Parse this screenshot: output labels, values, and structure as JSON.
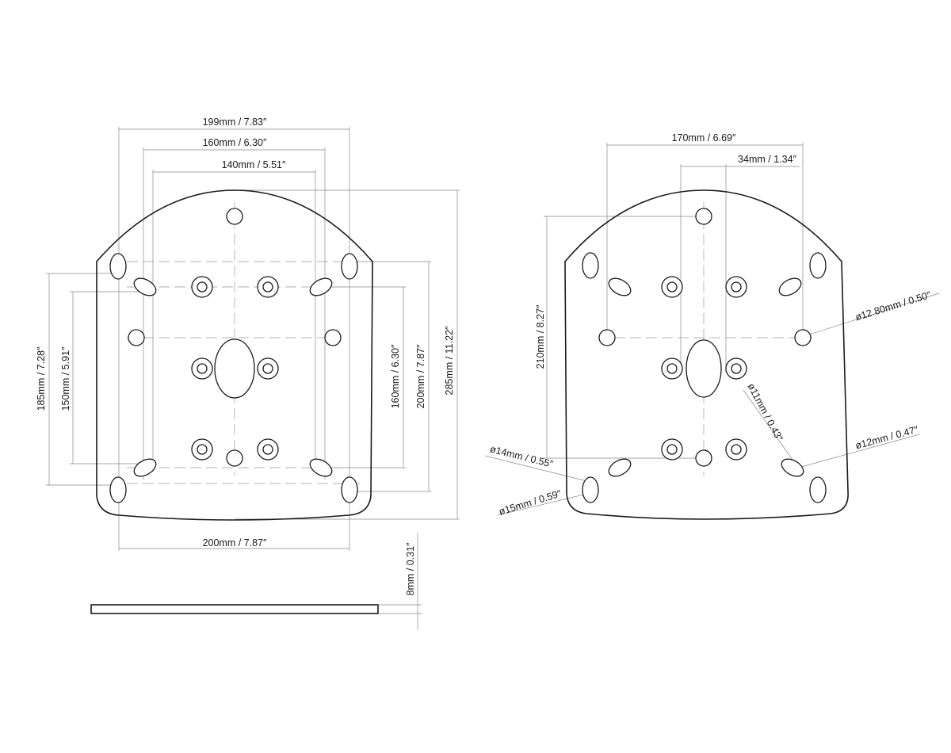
{
  "front_view": {
    "dims": {
      "width_outer": "199mm / 7.83″",
      "width_mid": "160mm / 6.30″",
      "width_inner": "140mm / 5.51″",
      "height_185": "185mm / 7.28″",
      "height_150": "150mm / 5.91″",
      "height_160": "160mm / 6.30″",
      "height_200": "200mm / 7.87″",
      "height_total": "285mm / 11.22″",
      "bottom_width": "200mm / 7.87″"
    }
  },
  "side_view": {
    "thickness": "8mm / 0.31″"
  },
  "rear_view": {
    "dims": {
      "width_170": "170mm / 6.69″",
      "width_34": "34mm / 1.34″",
      "height_210": "210mm / 8.27″",
      "hole_1280": "ø12.80mm / 0.50″",
      "hole_11": "ø11mm / 0.43″",
      "hole_12": "ø12mm / 0.47″",
      "hole_14": "ø14mm / 0.55″",
      "hole_15": "ø15mm / 0.59″"
    }
  }
}
